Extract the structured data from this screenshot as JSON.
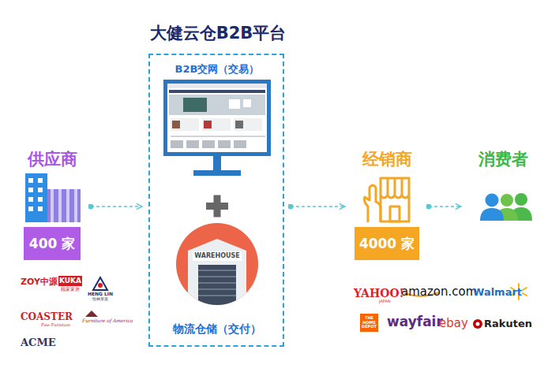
{
  "diagram": {
    "nodes": [
      {
        "text": [
          "供应商",
          "400 家"
        ]
      },
      {
        "text": [
          "大健云仓B2B平台"
        ]
      },
      {
        "text": [
          "B2B交网（交易）"
        ],
        "in": 1
      },
      {
        "text": [
          "WAREHOUSE",
          "物流仓储（交付）"
        ],
        "in": 1
      },
      {
        "text": [
          "经销商",
          "4000 家"
        ]
      },
      {
        "text": [
          "消费者"
        ]
      }
    ],
    "edges": [
      {
        "from": 0,
        "to": 1,
        "arrow": "to"
      },
      {
        "from": 1,
        "to": 4,
        "arrow": "to"
      },
      {
        "from": 4,
        "to": 5,
        "arrow": "to"
      }
    ],
    "labels": [
      "ZOY中源",
      "KUKA",
      "顾家家居",
      "HENG LIN",
      "恒林家居",
      "COASTER",
      "Fine Furniture",
      "Furniture of America",
      "ACME",
      "YAHOO!",
      "JAPAN",
      "amazon.com",
      "Walmart",
      "THE HOME DEPOT",
      "wayfair",
      "ebay",
      "Rakuten"
    ]
  }
}
